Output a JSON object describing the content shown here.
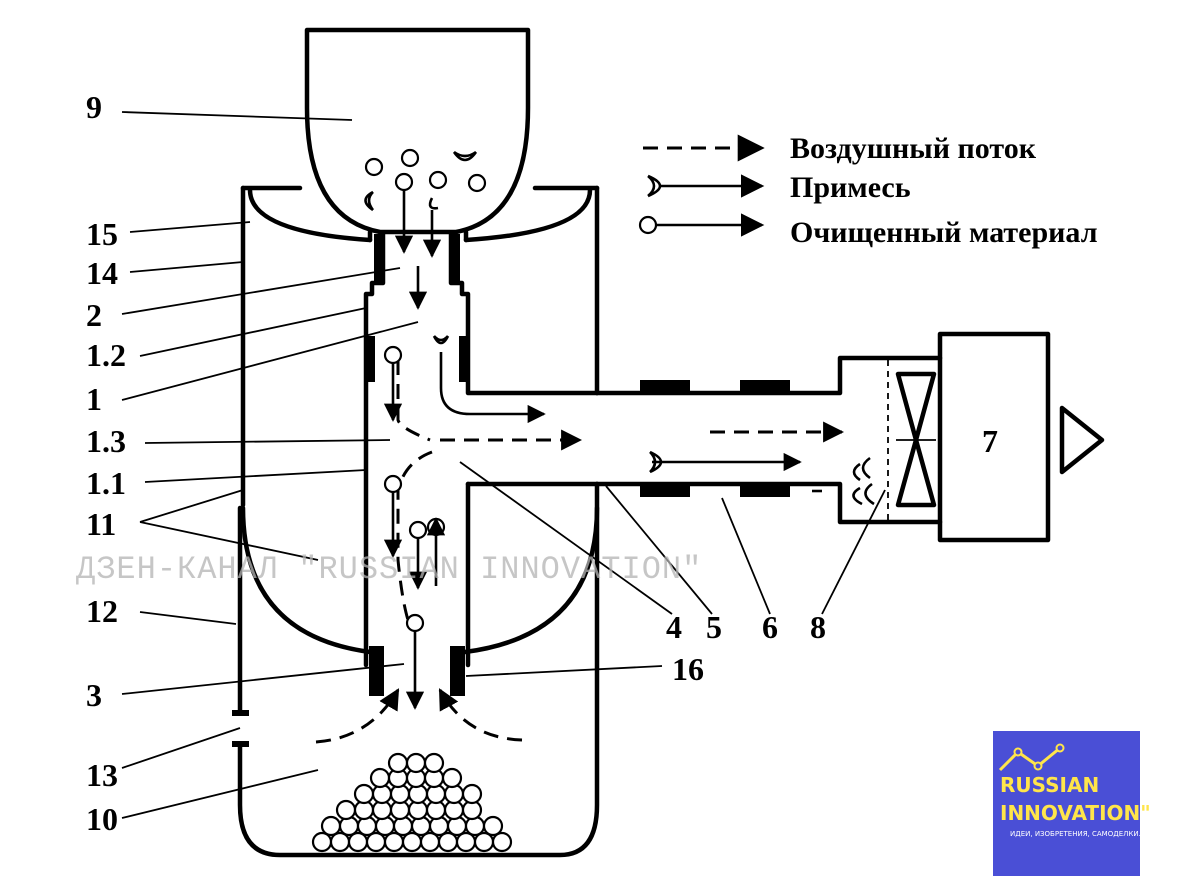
{
  "legend": {
    "air_flow": "Воздушный поток",
    "impurity": "Примесь",
    "cleaned_material": "Очищенный материал"
  },
  "labels": {
    "l9": "9",
    "l15": "15",
    "l14": "14",
    "l2": "2",
    "l1_2": "1.2",
    "l1": "1",
    "l1_3": "1.3",
    "l1_1": "1.1",
    "l11": "11",
    "l12": "12",
    "l3": "3",
    "l13": "13",
    "l10": "10",
    "l7": "7",
    "l16": "16",
    "l4": "4",
    "l5": "5",
    "l6": "6",
    "l8": "8"
  },
  "watermark": "ДЗЕН-КАНАЛ \"RUSSIAN INNOVATION\"",
  "logo": {
    "line1": "RUSSIAN",
    "line2": "INNOVATION\"",
    "tagline": "ИДЕИ, ИЗОБРЕТЕНИЯ, САМОДЕЛКИ...",
    "bg_color": "#4a4fd6",
    "text_color": "#ffe54a"
  }
}
